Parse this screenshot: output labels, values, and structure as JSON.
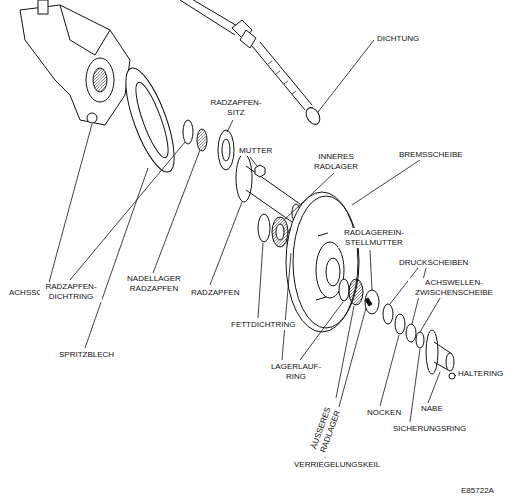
{
  "diagram": {
    "labels": [
      "DICHTUNG",
      "RADZAPFEN- SITZ",
      "MUTTER",
      "INNERES RADLAGER",
      "BREMSSCHEIBE",
      "ACHSSCHENKEL",
      "SPRITZBLECH",
      "RADZAPFEN- DICHTRING",
      "NADELLAGER RADZAPFEN",
      "RADZAPFEN",
      "RADLAGEREIN- STELLMUTTER",
      "DRUCKSCHEIBEN",
      "ACHSWELLEN- ZWISCHENSCHEIBE",
      "HALTERING",
      "FETTDICHTRING",
      "LAGERLAUF- RING",
      "ÄUSSERES RADLAGER",
      "NOCKEN",
      "NABE",
      "SICHERUNGSRING",
      "VERRIEGELUNGSKEIL",
      "E85722A"
    ]
  }
}
